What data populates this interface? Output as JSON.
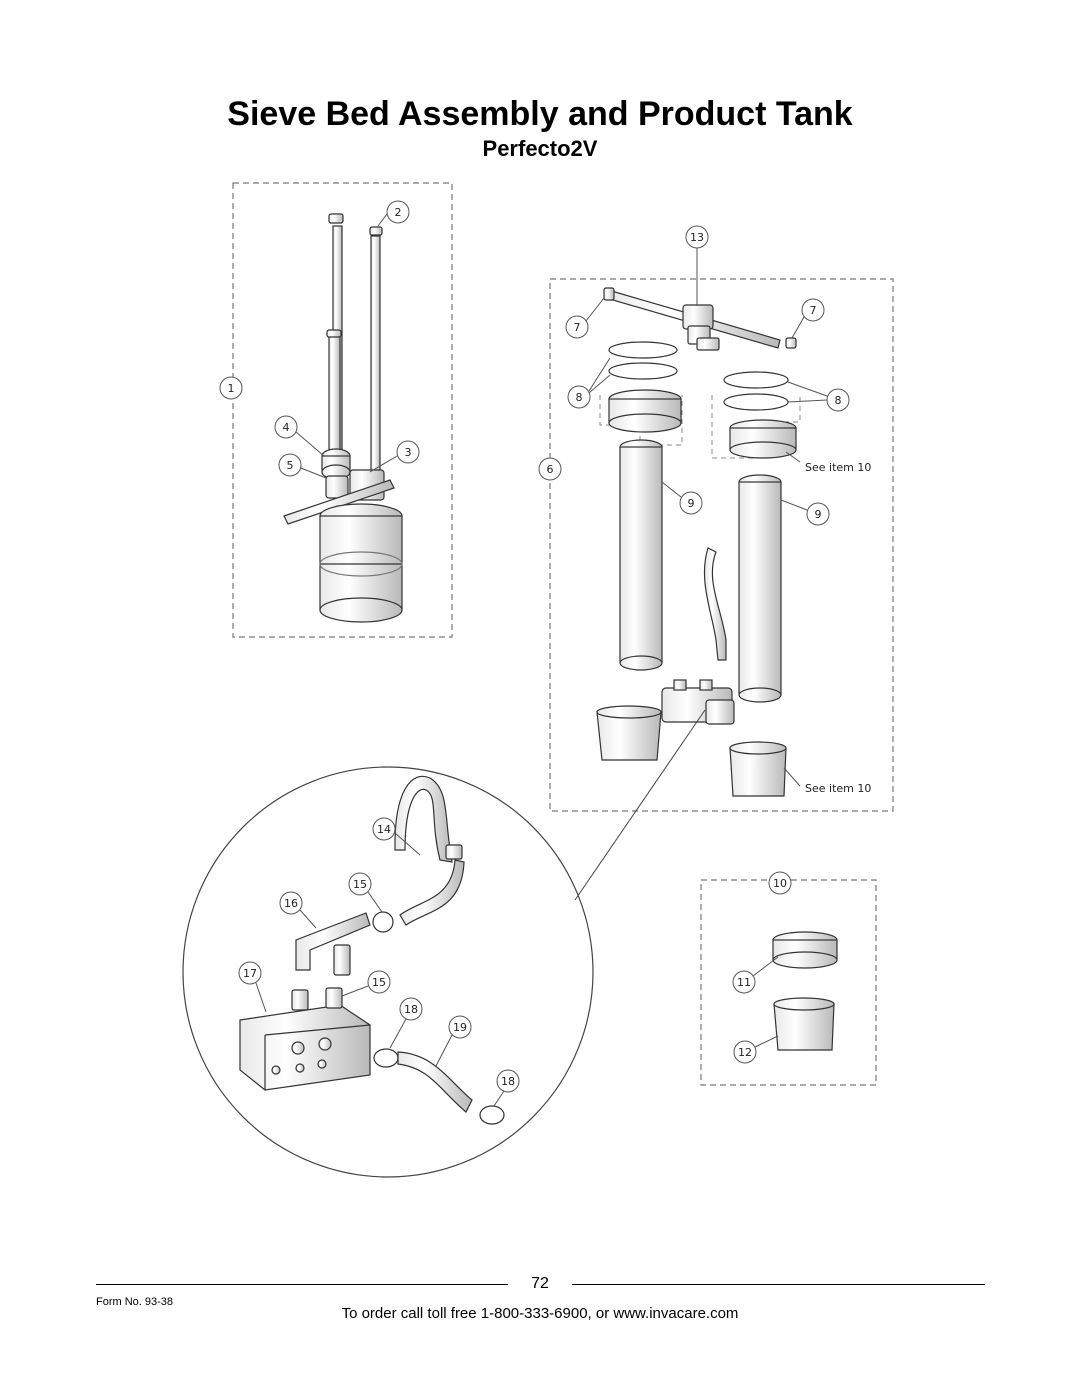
{
  "header": {
    "title": "Sieve Bed Assembly and Product Tank",
    "subtitle": "Perfecto2V"
  },
  "callouts": {
    "c1": "1",
    "c2": "2",
    "c3": "3",
    "c4": "4",
    "c5": "5",
    "c6": "6",
    "c7a": "7",
    "c7b": "7",
    "c8a": "8",
    "c8b": "8",
    "c9a": "9",
    "c9b": "9",
    "c10": "10",
    "c11": "11",
    "c12": "12",
    "c13": "13",
    "c14": "14",
    "c15a": "15",
    "c15b": "15",
    "c16": "16",
    "c17": "17",
    "c18a": "18",
    "c18b": "18",
    "c19": "19"
  },
  "notes": {
    "see_item_top": "See item 10",
    "see_item_bottom": "See item 10"
  },
  "footer": {
    "page_number": "72",
    "form_number": "Form No.  93-38",
    "order_text": "To order call toll free 1-800-333-6900, or www.invacare.com"
  }
}
